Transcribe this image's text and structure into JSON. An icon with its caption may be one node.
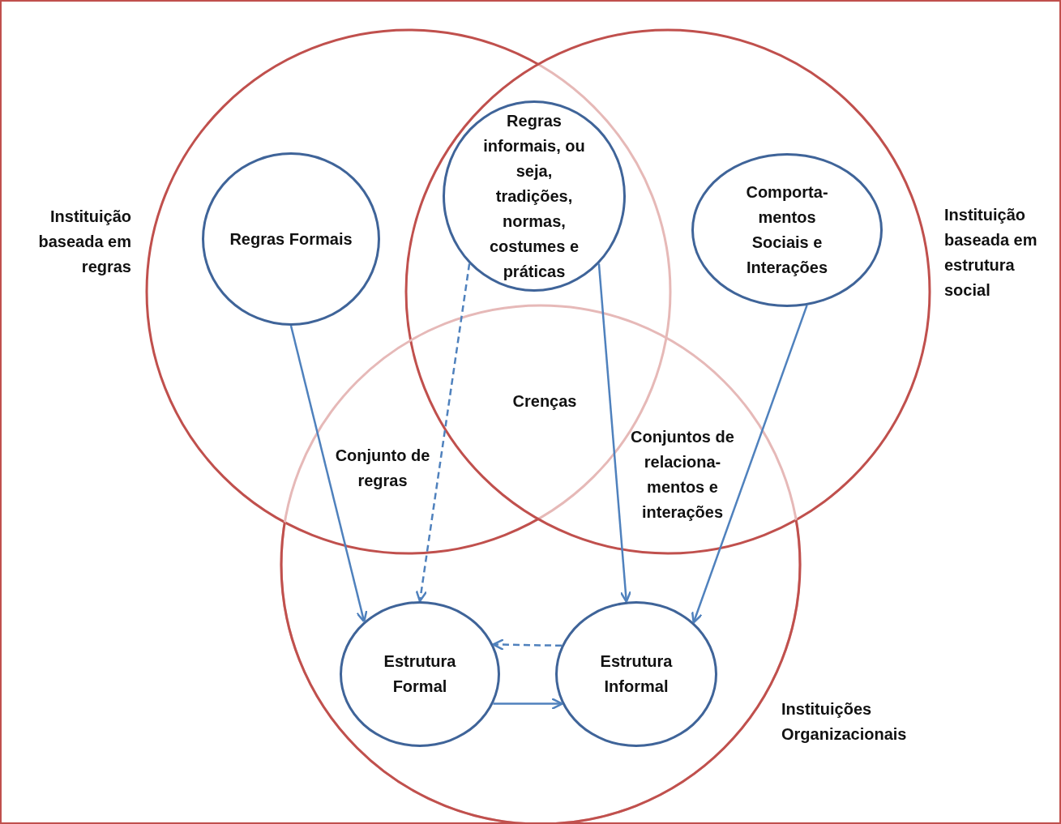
{
  "diagram": {
    "nodes": [
      {
        "text": [
          "Instituição baseada em regras"
        ]
      },
      {
        "text": [
          "Instituição baseada em estrutura social"
        ]
      },
      {
        "text": [
          "Instituições Organizacionais"
        ]
      },
      {
        "text": [
          "Regras Formais"
        ],
        "in": 0
      },
      {
        "text": [
          "Regras informais, ou seja, tradições, normas, costumes e práticas"
        ]
      },
      {
        "text": [
          "Comporta- mentos Sociais e Interações"
        ],
        "in": 1
      },
      {
        "text": [
          "Estrutura Formal"
        ],
        "in": 2
      },
      {
        "text": [
          "Estrutura Informal"
        ],
        "in": 2
      }
    ],
    "edges": [
      {
        "from": 3,
        "to": 6,
        "arrow": "to"
      },
      {
        "from": 4,
        "to": 6,
        "arrow": "to",
        "style": "dashed"
      },
      {
        "from": 4,
        "to": 7,
        "arrow": "to"
      },
      {
        "from": 5,
        "to": 7,
        "arrow": "to"
      },
      {
        "from": 7,
        "to": 6,
        "arrow": "to",
        "style": "dashed"
      },
      {
        "from": 6,
        "to": 7,
        "arrow": "to"
      }
    ],
    "labels": [
      "Crenças",
      "Conjunto de regras",
      "Conjuntos de relaciona- mentos e interações"
    ]
  }
}
